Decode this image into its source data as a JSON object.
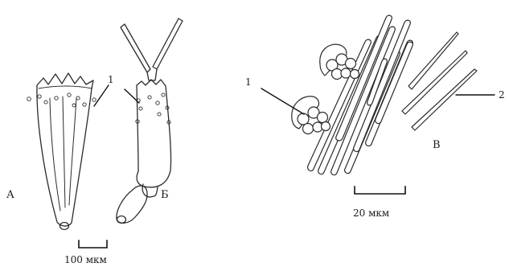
{
  "left_panel": {
    "label_a": "А",
    "label_b": "Б",
    "callout_1": "1",
    "scale_text": "100 мкм"
  },
  "right_panel": {
    "callout_1": "1",
    "callout_2": "2",
    "label_v": "В",
    "scale_text": "20 мкм"
  }
}
